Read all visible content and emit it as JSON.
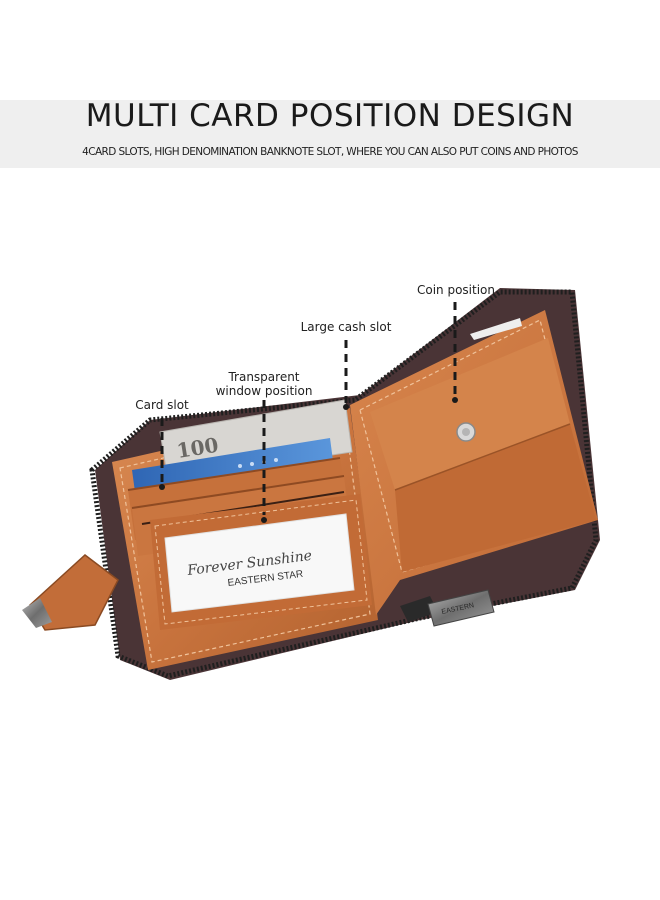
{
  "header": {
    "title": "MULTI CARD POSITION DESIGN",
    "subtitle": "4CARD SLOTS, HIGH DENOMINATION BANKNOTE SLOT, WHERE YOU CAN ALSO PUT COINS AND PHOTOS"
  },
  "callouts": {
    "card_slot": "Card slot",
    "transparent_window_line1": "Transparent",
    "transparent_window_line2": "window position",
    "large_cash_slot": "Large cash slot",
    "coin_position": "Coin position"
  },
  "window_card": {
    "script_text": "Forever Sunshine",
    "brand_text": "EASTERN STAR"
  },
  "banknote": {
    "denomination": "100"
  },
  "zipper_pull": {
    "brand_text": "EASTERN"
  },
  "colors": {
    "leather": "#c9743e",
    "leather_dark": "#a85a2c",
    "leather_light": "#dd8f58",
    "outer_shell": "#4a3436",
    "card_blue": "#3f7cc8",
    "zipper": "#2a2a2a"
  }
}
